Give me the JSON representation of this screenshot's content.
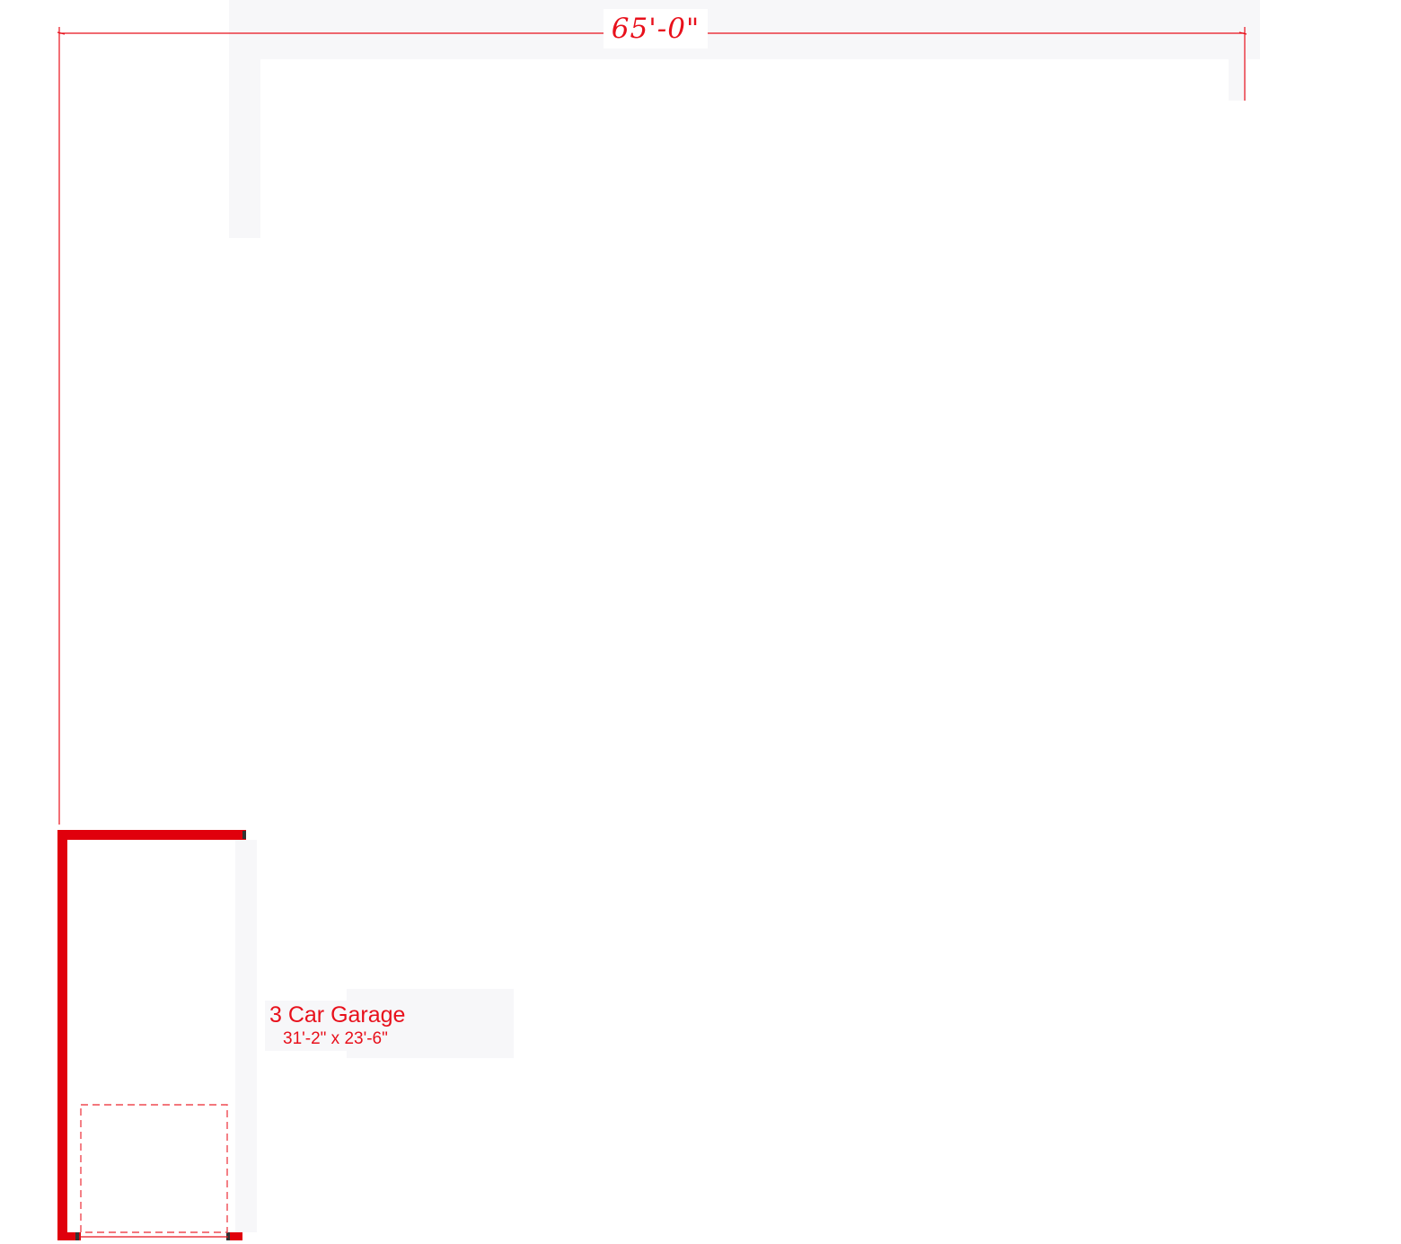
{
  "dimension": {
    "overall_width": "65'-0\""
  },
  "room": {
    "name": "3 Car Garage",
    "size": "31'-2\" x 23'-6\""
  },
  "colors": {
    "wall": "#e0000c",
    "dimension_line": "#e8101b",
    "ghost_fill": "#f7f7f9",
    "background": "#ffffff"
  }
}
